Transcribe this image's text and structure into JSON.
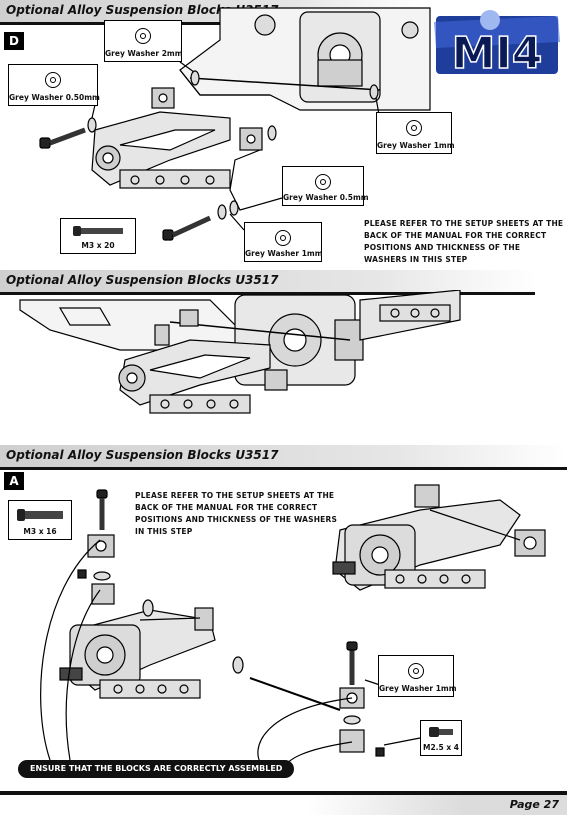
{
  "sections": {
    "top_title": "Optional Alloy Suspension Blocks U3517",
    "middle_title": "Optional Alloy Suspension Blocks U3517",
    "bottom_title": "Optional Alloy Suspension Blocks U3517"
  },
  "logo": {
    "text": "MI4"
  },
  "step_d": {
    "badge": "D",
    "labels": {
      "grey_washer_2mm": "Grey Washer 2mm",
      "grey_washer_050mm": "Grey Washer 0.50mm",
      "grey_washer_1mm_right": "Grey Washer 1mm",
      "grey_washer_05mm": "Grey Washer 0.5mm",
      "m3x20": "M3 x 20",
      "grey_washer_1mm_bottom": "Grey Washer 1mm"
    },
    "note": "PLEASE REFER TO THE SETUP SHEETS AT THE BACK OF THE MANUAL FOR THE CORRECT POSITIONS AND THICKNESS OF THE WASHERS IN THIS STEP"
  },
  "step_a": {
    "badge": "A",
    "labels": {
      "m3x16": "M3 x 16",
      "grey_washer_1mm": "Grey Washer 1mm",
      "m25x4": "M2.5 x 4"
    },
    "note": "PLEASE REFER TO THE SETUP SHEETS AT THE BACK OF THE MANUAL FOR THE CORRECT POSITIONS AND THICKNESS OF THE WASHERS IN THIS STEP",
    "warning": "ENSURE THAT THE BLOCKS ARE CORRECTLY ASSEMBLED"
  },
  "footer": {
    "page": "Page 27"
  }
}
